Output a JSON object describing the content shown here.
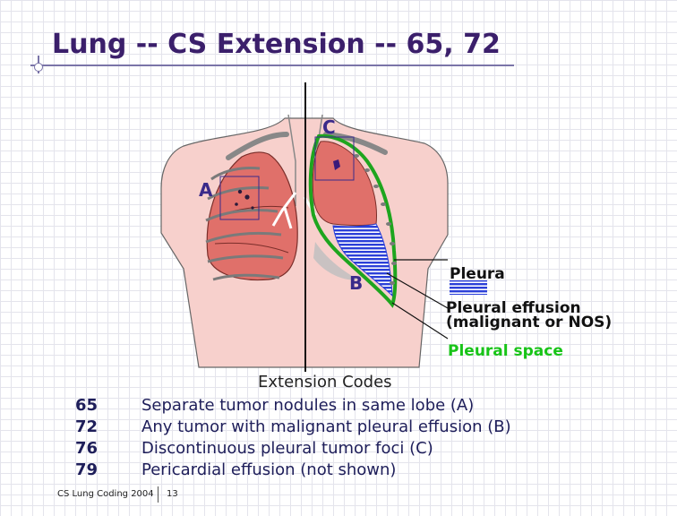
{
  "slide": {
    "title": "Lung -- CS Extension -- 65, 72"
  },
  "diagram": {
    "labels": {
      "a": "A",
      "b": "B",
      "c": "C"
    },
    "legend": {
      "pleura": "Pleura",
      "effusion_line1": "Pleural effusion",
      "effusion_line2": "(malignant or NOS)",
      "space": "Pleural space"
    },
    "colors": {
      "skin": "#f7d0cc",
      "lung": "#e0706a",
      "effusion": "#2b3fd8",
      "pleura": "#1ea51e",
      "space_label": "#18c418"
    }
  },
  "codes": {
    "heading": "Extension Codes",
    "rows": [
      {
        "code": "65",
        "description": "Separate tumor nodules in same lobe (A)"
      },
      {
        "code": "72",
        "description": "Any tumor with malignant pleural effusion (B)"
      },
      {
        "code": "76",
        "description": "Discontinuous pleural tumor foci (C)"
      },
      {
        "code": "79",
        "description": "Pericardial effusion (not shown)"
      }
    ]
  },
  "footer": {
    "source": "CS Lung Coding 2004",
    "page": "13"
  }
}
